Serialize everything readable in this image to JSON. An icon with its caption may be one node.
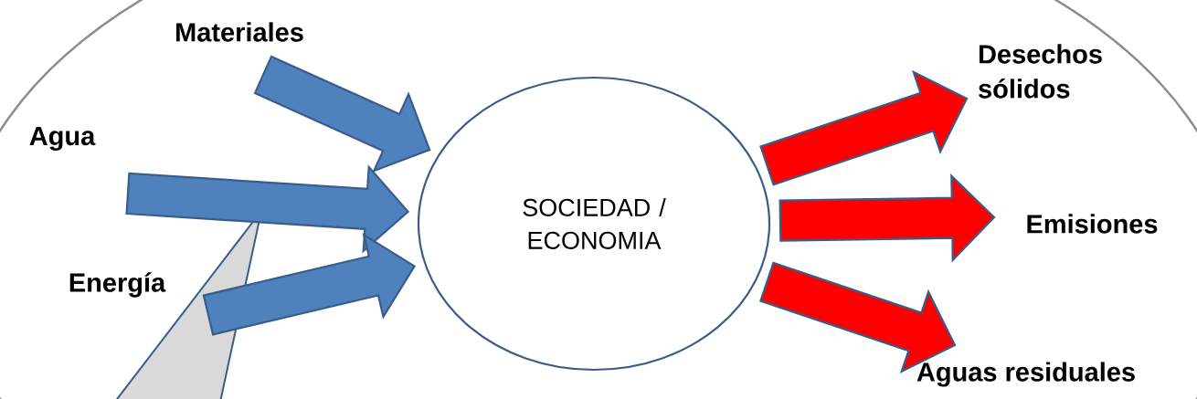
{
  "diagram": {
    "nodes": [
      {
        "text": [
          "Materiales"
        ]
      },
      {
        "text": [
          "Agua"
        ]
      },
      {
        "text": [
          "Energía"
        ]
      },
      {
        "text": [
          "SOCIEDAD / ECONOMIA"
        ]
      },
      {
        "text": [
          "Desechos sólidos"
        ]
      },
      {
        "text": [
          "Emisiones"
        ]
      },
      {
        "text": [
          "Aguas residuales"
        ]
      }
    ],
    "edges": [
      {
        "from": 0,
        "to": 3,
        "arrow": "to",
        "style": "thick"
      },
      {
        "from": 1,
        "to": 3,
        "arrow": "to",
        "style": "thick"
      },
      {
        "from": 2,
        "to": 3,
        "arrow": "to",
        "style": "thick"
      },
      {
        "from": 3,
        "to": 4,
        "arrow": "to",
        "style": "thick",
        "color": "#ff0000"
      },
      {
        "from": 3,
        "to": 5,
        "arrow": "to",
        "style": "thick",
        "color": "#ff0000"
      },
      {
        "from": 3,
        "to": 6,
        "arrow": "to",
        "style": "thick",
        "color": "#ff0000"
      }
    ]
  }
}
